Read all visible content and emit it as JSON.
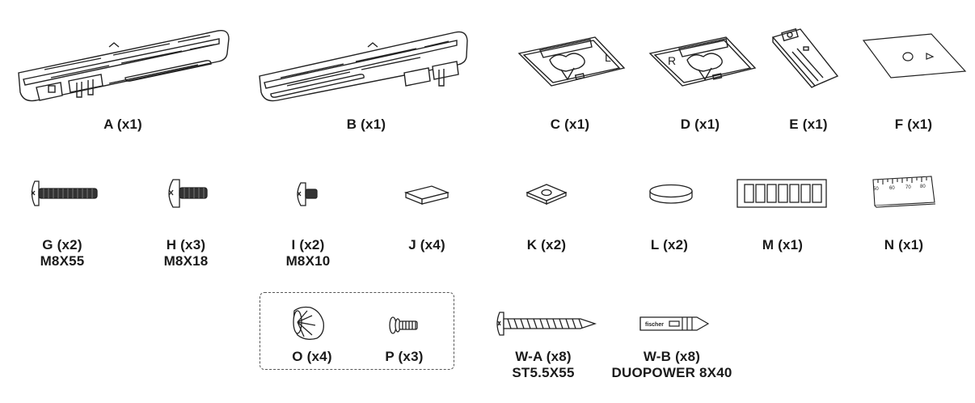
{
  "parts_row1": [
    {
      "id": "A",
      "label": "A (x1)"
    },
    {
      "id": "B",
      "label": "B (x1)"
    },
    {
      "id": "C",
      "label": "C (x1)"
    },
    {
      "id": "D",
      "label": "D (x1)"
    },
    {
      "id": "E",
      "label": "E (x1)"
    },
    {
      "id": "F",
      "label": "F (x1)"
    }
  ],
  "parts_row2": [
    {
      "id": "G",
      "label": "G (x2)",
      "spec": "M8X55"
    },
    {
      "id": "H",
      "label": "H (x3)",
      "spec": "M8X18"
    },
    {
      "id": "I",
      "label": "I (x2)",
      "spec": "M8X10"
    },
    {
      "id": "J",
      "label": "J (x4)"
    },
    {
      "id": "K",
      "label": "K (x2)"
    },
    {
      "id": "L",
      "label": "L (x2)"
    },
    {
      "id": "M",
      "label": "M (x1)"
    },
    {
      "id": "N",
      "label": "N (x1)"
    }
  ],
  "parts_row3": [
    {
      "id": "O",
      "label": "O (x4)"
    },
    {
      "id": "P",
      "label": "P (x3)"
    },
    {
      "id": "W-A",
      "label": "W-A (x8)",
      "spec": "ST5.5X55"
    },
    {
      "id": "W-B",
      "label": "W-B (x8)",
      "spec": "DUOPOWER 8X40"
    }
  ],
  "ruler_ticks": [
    "50",
    "60",
    "70",
    "80"
  ],
  "anchor_brand_text": "fischer",
  "plate_letters": {
    "C": "L",
    "D": "R"
  }
}
